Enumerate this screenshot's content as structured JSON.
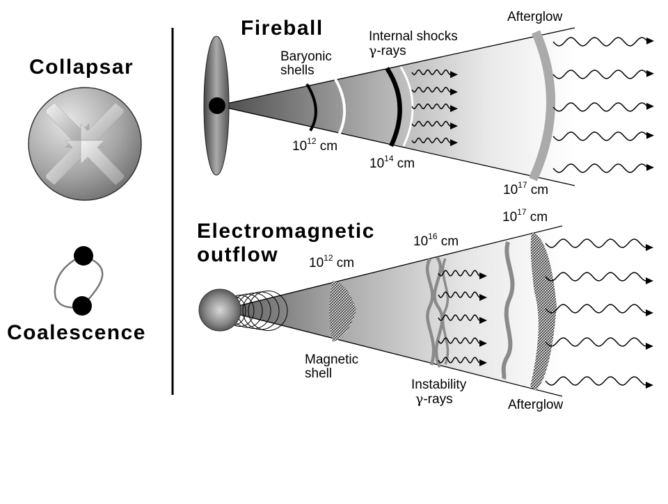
{
  "left_panel": {
    "collapsar_title": "Collapsar",
    "coalescence_title": "Coalescence"
  },
  "fireball": {
    "title": "Fireball",
    "baryonic_line1": "Baryonic",
    "baryonic_line2": "shells",
    "internal_line1": "Internal shocks",
    "internal_line2_prefix": "γ",
    "internal_line2_suffix": "-rays",
    "afterglow": "Afterglow",
    "dist1_base": "10",
    "dist1_exp": "12",
    "dist1_unit": " cm",
    "dist2_base": "10",
    "dist2_exp": "14",
    "dist2_unit": " cm",
    "dist3_base": "10",
    "dist3_exp": "17",
    "dist3_unit": " cm"
  },
  "em": {
    "title_line1": "Electromagnetic",
    "title_line2": "outflow",
    "dist1_base": "10",
    "dist1_exp": "12",
    "dist1_unit": " cm",
    "dist2_base": "10",
    "dist2_exp": "16",
    "dist2_unit": " cm",
    "dist3_base": "10",
    "dist3_exp": "17",
    "dist3_unit": " cm",
    "magnetic_line1": "Magnetic",
    "magnetic_line2": "shell",
    "instability_line1": "Instability",
    "instability_line2_prefix": "γ",
    "instability_line2_suffix": "-rays",
    "afterglow": "Afterglow"
  },
  "colors": {
    "dark_gray": "#4a4a4a",
    "shell_gray": "#8a8a8a",
    "afterglow_gray": "#aaaaaa"
  }
}
